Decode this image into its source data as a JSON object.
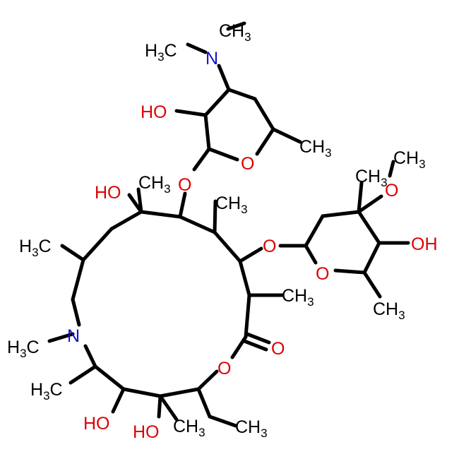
{
  "colors": {
    "background": "#ffffff",
    "bond": "#000000",
    "carbon": "#000000",
    "oxygen": "#dd0000",
    "nitrogen": "#1111cc"
  },
  "labels": {
    "nme2_ch3_top": {
      "main": "CH",
      "sub": "3",
      "element": "carbon"
    },
    "nme2_h3c_left": {
      "main": "H",
      "sub": "3",
      "tail": "C",
      "element": "carbon"
    },
    "nme2_n": {
      "main": "N",
      "element": "nitrogen"
    },
    "desosamine_ho": {
      "main": "HO",
      "element": "oxygen"
    },
    "desosamine_ch3": {
      "main": "CH",
      "sub": "3",
      "element": "carbon"
    },
    "desosamine_ring_o": {
      "main": "O",
      "element": "oxygen"
    },
    "glycoside_o_top": {
      "main": "O",
      "element": "oxygen"
    },
    "c6_ho": {
      "main": "HO",
      "element": "oxygen"
    },
    "c6_ch3": {
      "main": "CH",
      "sub": "3",
      "element": "carbon"
    },
    "c8_ch3": {
      "main": "CH",
      "sub": "3",
      "element": "carbon"
    },
    "c10_h3c": {
      "main": "H",
      "sub": "3",
      "tail": "C",
      "element": "carbon"
    },
    "glycoside_o_right": {
      "main": "O",
      "element": "oxygen"
    },
    "methoxy_ch3": {
      "main": "CH",
      "sub": "3",
      "element": "carbon"
    },
    "methoxy_o": {
      "main": "O",
      "element": "oxygen"
    },
    "cladinose_c_ch3": {
      "main": "CH",
      "sub": "3",
      "element": "carbon"
    },
    "cladinose_oh": {
      "main": "OH",
      "element": "oxygen"
    },
    "cladinose_ring_o": {
      "main": "O",
      "element": "oxygen"
    },
    "cladinose_ch3": {
      "main": "CH",
      "sub": "3",
      "element": "carbon"
    },
    "c2_ch3": {
      "main": "CH",
      "sub": "3",
      "element": "carbon"
    },
    "carbonyl_o": {
      "main": "O",
      "element": "oxygen"
    },
    "lactone_o": {
      "main": "O",
      "element": "oxygen"
    },
    "n_ring": {
      "main": "N",
      "element": "nitrogen"
    },
    "n_h3c": {
      "main": "H",
      "sub": "3",
      "tail": "C",
      "element": "carbon"
    },
    "c12_h3c": {
      "main": "H",
      "sub": "3",
      "tail": "C",
      "element": "carbon"
    },
    "c13_ho": {
      "main": "HO",
      "element": "oxygen"
    },
    "c14_ho": {
      "main": "HO",
      "element": "oxygen"
    },
    "c14_ch3": {
      "main": "CH",
      "sub": "3",
      "element": "carbon"
    },
    "ethyl_ch3": {
      "main": "CH",
      "sub": "3",
      "element": "carbon"
    }
  }
}
